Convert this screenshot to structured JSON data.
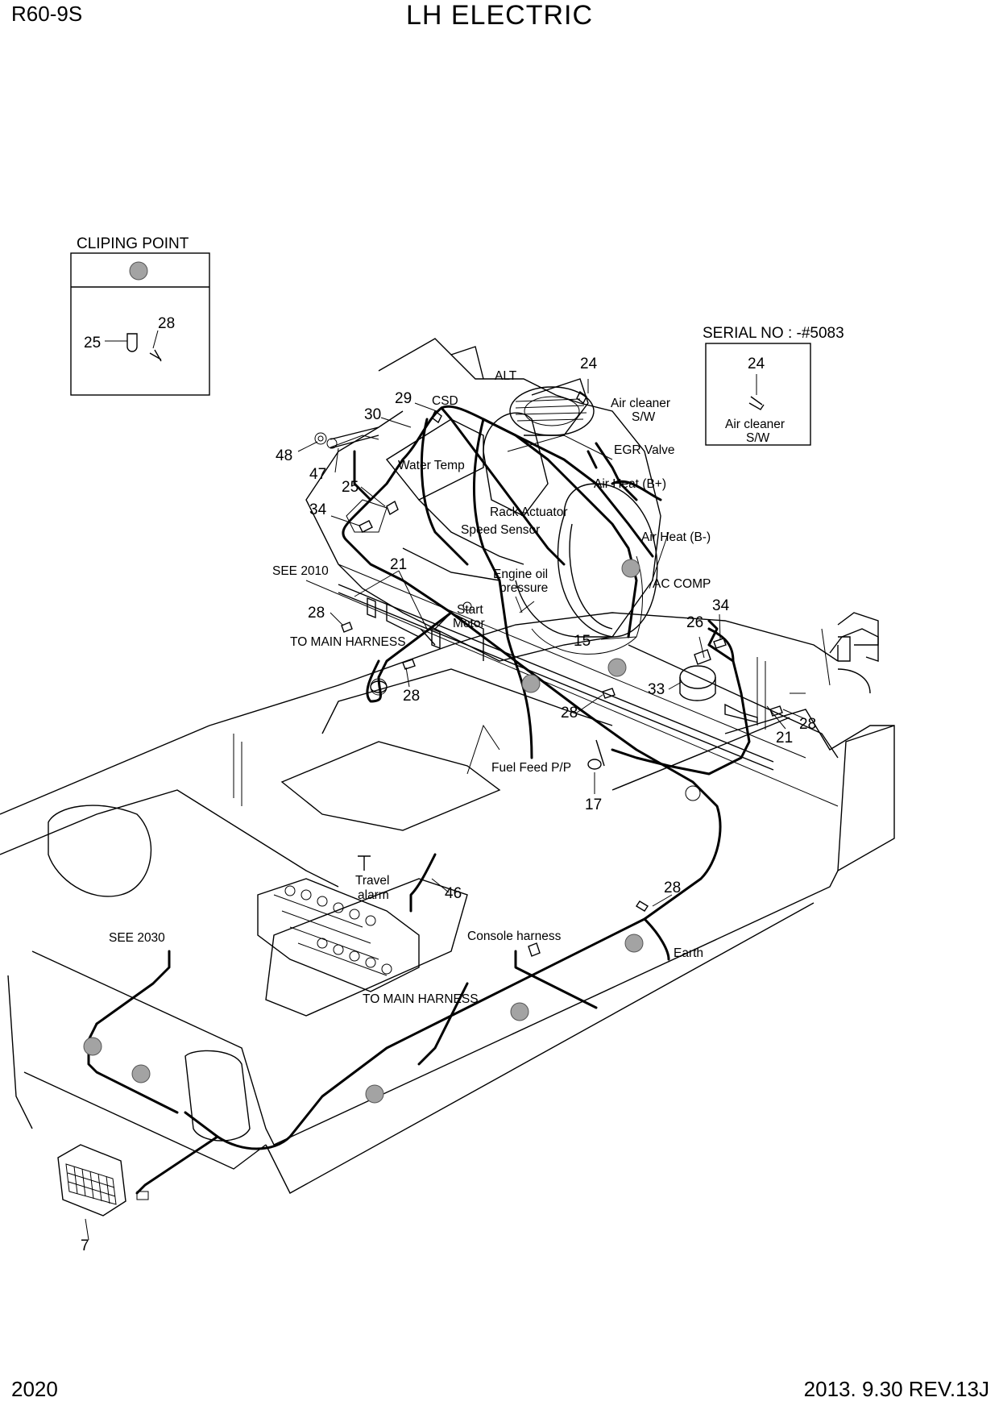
{
  "header": {
    "model": "R60-9S",
    "title": "LH ELECTRIC"
  },
  "footer": {
    "page": "2020",
    "revision": "2013. 9.30  REV.13J"
  },
  "clipping_box": {
    "title": "CLIPING POINT",
    "labels": [
      "25",
      "28"
    ]
  },
  "serial_box": {
    "title": "SERIAL NO : -#5083",
    "part": "24",
    "label_line1": "Air cleaner",
    "label_line2": "S/W"
  },
  "callouts": {
    "n24": "24",
    "n29": "29",
    "n30": "30",
    "n48": "48",
    "n47": "47",
    "n25": "25",
    "n34a": "34",
    "n21a": "21",
    "n28a": "28",
    "n28b": "28",
    "n15": "15",
    "n26": "26",
    "n34b": "34",
    "n33": "33",
    "n28c": "28",
    "n28d": "28",
    "n21b": "21",
    "n17": "17",
    "n46": "46",
    "n28e": "28",
    "n7": "7"
  },
  "labels": {
    "alt": "ALT",
    "csd": "CSD",
    "air_cleaner_1": "Air cleaner",
    "air_cleaner_2": "S/W",
    "egr_valve": "EGR Valve",
    "water_temp": "Water Temp",
    "air_heat_bp": "Air Heat (B+)",
    "rack_actuator": "Rack Actuator",
    "speed_sensor": "Speed Sensor",
    "air_heat_bm": "Air Heat (B-)",
    "see_2010": "SEE 2010",
    "engine_oil_1": "Engine oil",
    "engine_oil_2": "pressure",
    "ac_comp": "AC COMP",
    "start_1": "Start",
    "start_2": "Motor",
    "to_main_harness_1": "TO MAIN HARNESS",
    "fuel_feed": "Fuel Feed P/P",
    "travel_1": "Travel",
    "travel_2": "alarm",
    "see_2030": "SEE 2030",
    "console_harness": "Console harness",
    "earth": "Earth",
    "to_main_harness_2": "TO MAIN HARNESS"
  }
}
